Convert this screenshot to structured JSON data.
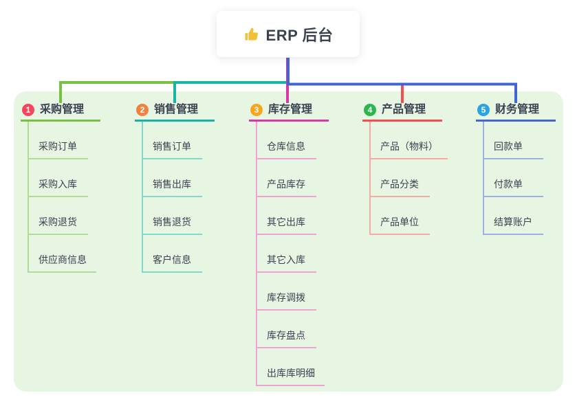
{
  "canvas": {
    "background": "#ffffff",
    "panel_color": "#e7f6e2",
    "text_color": "#3b4252",
    "icon_color": "#f2c037"
  },
  "root": {
    "icon": "thumbs-up-icon",
    "title": "ERP 后台",
    "connector_color": "#4365d2"
  },
  "branches": [
    {
      "index": "1",
      "label": "采购管理",
      "badge_color": "#f5455f",
      "color": "#76c043",
      "light_color": "#aedc96",
      "children": [
        "采购订单",
        "采购入库",
        "采购退货",
        "供应商信息"
      ]
    },
    {
      "index": "2",
      "label": "销售管理",
      "badge_color": "#ef8240",
      "color": "#17b3a3",
      "light_color": "#82d6cb",
      "children": [
        "销售订单",
        "销售出库",
        "销售退货",
        "客户信息"
      ]
    },
    {
      "index": "3",
      "label": "库存管理",
      "badge_color": "#f7a61d",
      "color": "#d838a5",
      "light_color": "#f0a2d2",
      "children": [
        "仓库信息",
        "产品库存",
        "其它出库",
        "其它入库",
        "库存调拨",
        "库存盘点",
        "出库库明细"
      ]
    },
    {
      "index": "4",
      "label": "产品管理",
      "badge_color": "#2db54e",
      "color": "#f25050",
      "light_color": "#f9a8a4",
      "children": [
        "产品（物料）",
        "产品分类",
        "产品单位"
      ]
    },
    {
      "index": "5",
      "label": "财务管理",
      "badge_color": "#2aa3e0",
      "color": "#4365d2",
      "light_color": "#9cb0e4",
      "children": [
        "回款单",
        "付款单",
        "结算账户"
      ]
    }
  ]
}
